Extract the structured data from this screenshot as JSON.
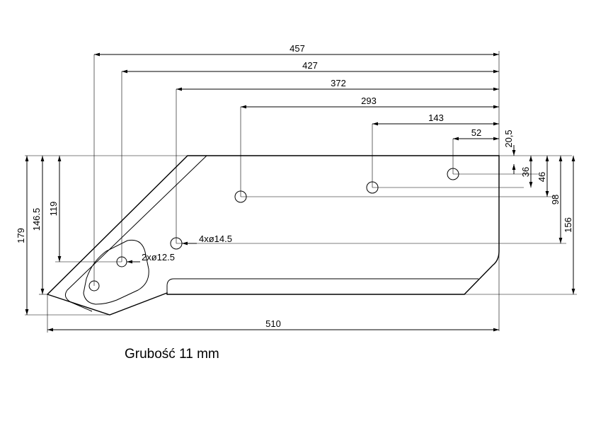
{
  "dimensions": {
    "top_457": "457",
    "top_427": "427",
    "top_372": "372",
    "top_293": "293",
    "top_143": "143",
    "top_52": "52",
    "right_20_5": "20,5",
    "right_36": "36",
    "right_46": "46",
    "right_98": "98",
    "right_156": "156",
    "left_179": "179",
    "left_146_5": "146.5",
    "left_119": "119",
    "bottom_510": "510"
  },
  "holes": {
    "large_label": "4xø14.5",
    "small_label": "2xø12.5"
  },
  "caption": "Grubość 11 mm"
}
